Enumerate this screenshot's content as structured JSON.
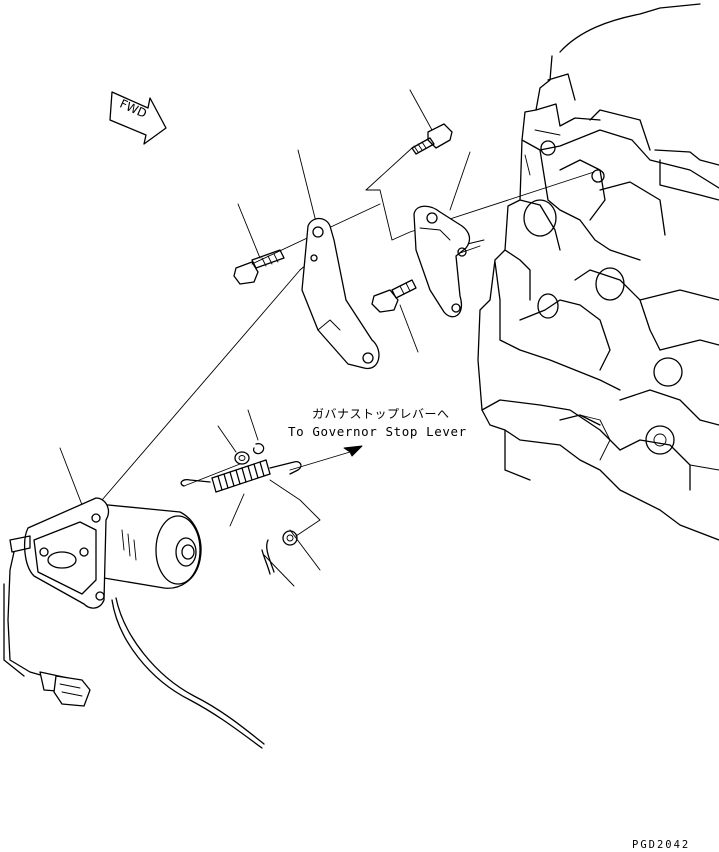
{
  "fwd_label": "FWD",
  "callout": {
    "japanese": "ガバナストップレバーへ",
    "english": "To Governor Stop Lever"
  },
  "drawing_code": "PGD2042"
}
